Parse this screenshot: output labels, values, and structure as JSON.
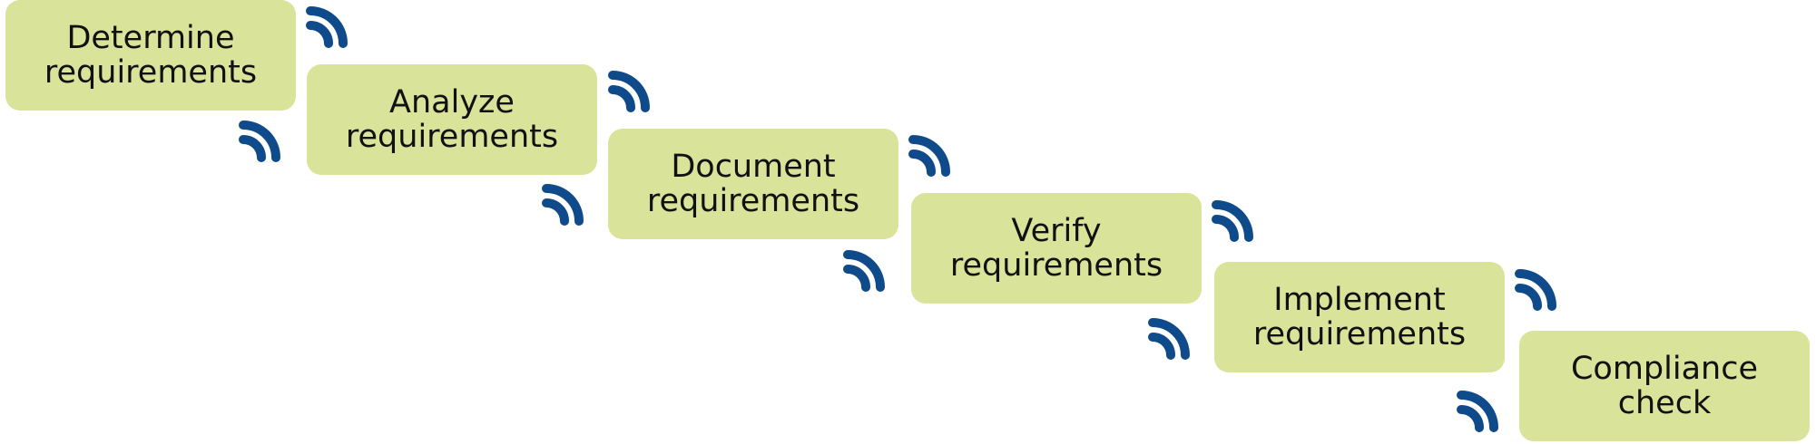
{
  "diagram": {
    "title": "",
    "accent_color": "#d9e49a",
    "arc_color": "#0f4a8a",
    "steps": [
      {
        "label": "Determine\nrequirements"
      },
      {
        "label": "Analyze\nrequirements"
      },
      {
        "label": "Document\nrequirements"
      },
      {
        "label": "Verify\nrequirements"
      },
      {
        "label": "Implement\nrequirements"
      },
      {
        "label": "Compliance\ncheck"
      }
    ],
    "connectors": [
      {
        "direction": "forward",
        "from": 1,
        "to": 2,
        "icon": "forward-arc-icon"
      },
      {
        "direction": "backward",
        "from": 2,
        "to": 1,
        "icon": "backward-arc-icon"
      },
      {
        "direction": "forward",
        "from": 2,
        "to": 3,
        "icon": "forward-arc-icon"
      },
      {
        "direction": "backward",
        "from": 3,
        "to": 2,
        "icon": "backward-arc-icon"
      },
      {
        "direction": "forward",
        "from": 3,
        "to": 4,
        "icon": "forward-arc-icon"
      },
      {
        "direction": "backward",
        "from": 4,
        "to": 3,
        "icon": "backward-arc-icon"
      },
      {
        "direction": "forward",
        "from": 4,
        "to": 5,
        "icon": "forward-arc-icon"
      },
      {
        "direction": "backward",
        "from": 5,
        "to": 4,
        "icon": "backward-arc-icon"
      },
      {
        "direction": "forward",
        "from": 5,
        "to": 6,
        "icon": "forward-arc-icon"
      },
      {
        "direction": "backward",
        "from": 6,
        "to": 5,
        "icon": "backward-arc-icon"
      }
    ]
  }
}
